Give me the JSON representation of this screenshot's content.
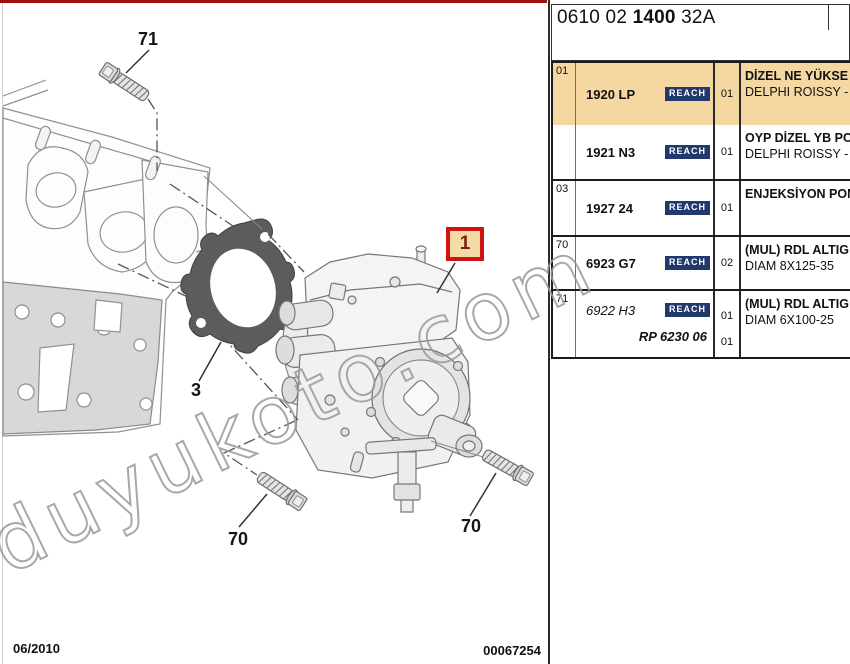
{
  "header": {
    "code_prefix": "0610 02 ",
    "code_bold": "1400",
    "code_suffix": " 32A"
  },
  "diagram": {
    "callout_label": "1",
    "labels": {
      "bolt_71": "71",
      "gasket": "3",
      "bolt_70_left": "70",
      "bolt_70_right": "70"
    },
    "watermark": "duyukoto.com"
  },
  "table": {
    "reach_label": "REACH",
    "groups": [
      {
        "ref": "01",
        "rows": [
          {
            "part": "1920 LP",
            "qty": "01",
            "desc_title": "DİZEL NE YÜKSE",
            "desc_sub": "DELPHI ROISSY -",
            "selected": true
          },
          {
            "part": "1921 N3",
            "qty": "01",
            "desc_title": "OYP DİZEL YB PO",
            "desc_sub": "DELPHI ROISSY -"
          }
        ]
      },
      {
        "ref": "03",
        "rows": [
          {
            "part": "1927 24",
            "qty": "01",
            "desc_title": "ENJEKSİYON POM",
            "desc_sub": ""
          }
        ]
      },
      {
        "ref": "70",
        "rows": [
          {
            "part": "6923 G7",
            "qty": "02",
            "desc_title": "(MUL) RDL ALTIG",
            "desc_sub": "DIAM 8X125-35"
          }
        ]
      },
      {
        "ref": "71",
        "rows": [
          {
            "part": "6922 H3",
            "qty": "01",
            "desc_title": "(MUL) RDL ALTIG",
            "desc_sub": "DIAM 6X100-25",
            "extra_ref": "RP 6230 06",
            "extra_qty": "01"
          }
        ]
      }
    ]
  },
  "footer": {
    "date": "06/2010",
    "doc_number": "00067254"
  },
  "colors": {
    "selected_row": "#f5d8a1",
    "reach_badge": "#20386b",
    "callout_border": "#cf1313",
    "callout_fill": "#f3dba6",
    "top_bar": "#a01010"
  }
}
